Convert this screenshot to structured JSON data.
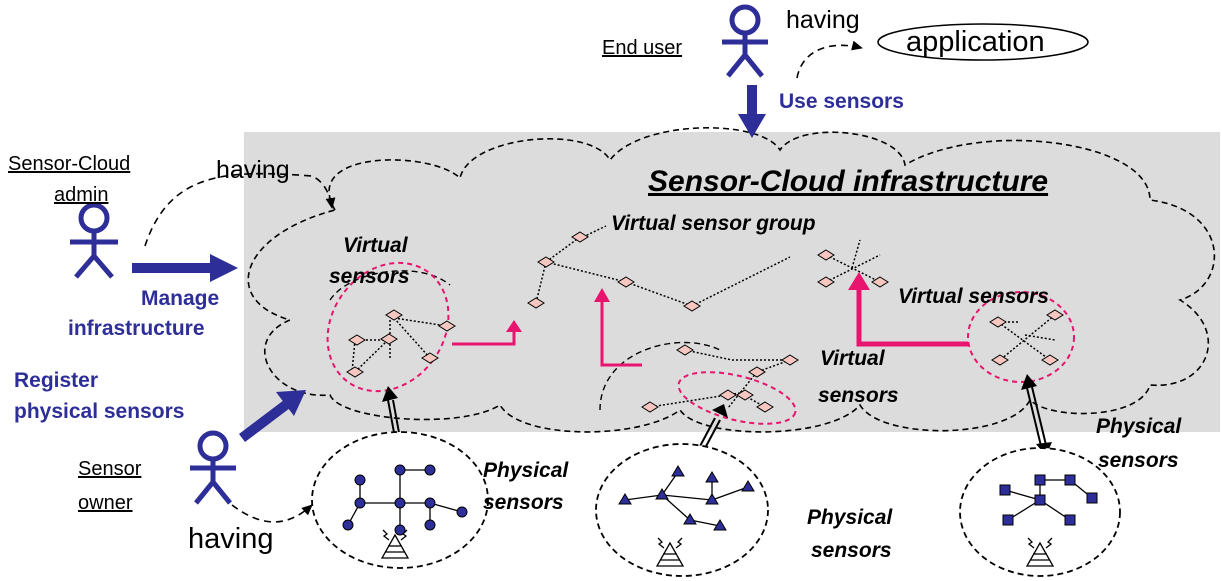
{
  "actors": {
    "end_user": "End user",
    "admin_line1": "Sensor-Cloud",
    "admin_line2": "admin",
    "owner_line1": "Sensor",
    "owner_line2": "owner"
  },
  "relations": {
    "having_end_user": "having",
    "having_admin": "having",
    "having_owner": "having"
  },
  "application": "application",
  "actions": {
    "use_sensors": "Use sensors",
    "manage_line1": "Manage",
    "manage_line2": "infrastructure",
    "register_line1": "Register",
    "register_line2": "physical sensors"
  },
  "cloud_title": "Sensor-Cloud infrastructure",
  "virtual": {
    "group": "Virtual sensor group",
    "left_line1": "Virtual",
    "left_line2": "sensors",
    "right": "Virtual sensors",
    "mid_line1": "Virtual",
    "mid_line2": "sensors"
  },
  "physical": {
    "left_line1": "Physical",
    "left_line2": "sensors",
    "mid_line1": "Physical",
    "mid_line2": "sensors",
    "right_line1": "Physical",
    "right_line2": "sensors"
  },
  "colors": {
    "actor_blue": "#2e2e99",
    "accent_pink": "#e8146e",
    "cloud_bg": "#dcdcdc",
    "node_fill": "#f5c7c0"
  }
}
